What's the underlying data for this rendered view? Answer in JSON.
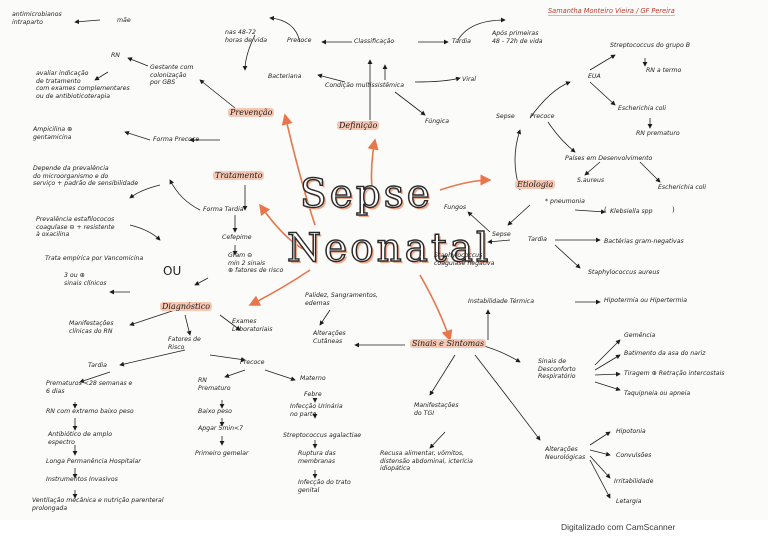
{
  "author": "Samantha Monteiro Vieira / GF Pereira",
  "title": {
    "line1": "Sepse",
    "line2": "Neonatal"
  },
  "scanner": "Digitalizado com CamScanner",
  "definition": {
    "label": "Definição",
    "condition": "Condição multissistêmica",
    "classification": "Classificação",
    "precoce": "Precoce",
    "precoce_time": "nas 48-72\nhoras de vida",
    "tardia": "Tardia",
    "tardia_time": "Após primeiras\n48 - 72h de vida",
    "bacteriana": "Bacteriana",
    "viral": "Viral",
    "fungica": "Fúngica"
  },
  "prevention": {
    "label": "Prevenção",
    "rn": "RN",
    "rn_cond": "Gestante com\ncolonização\npor GBS",
    "rn_note": "avaliar indicação\nde tratamento\ncom exames complementares\nou de antibioticoterapia",
    "top_note": "antimicrobianos\nintraparto",
    "top_mae": "mãe"
  },
  "treatment": {
    "label": "Tratamento",
    "early_form": "Forma Precoce",
    "early_drugs": "Ampicilina ⊕\ngentamicina",
    "late_form": "Forma Tardia",
    "late_dep": "Depende da prevalência\ndo microorganismo e do\nserviço + padrão de sensibilidade",
    "late_options": "Prevalência estafilococos\ncoagulase ⊖ + resistente\nà oxacilina",
    "vanco": "Trata empírica por Vancomicina",
    "cefepime": "Cefepime",
    "ou": "OU",
    "duration": "3 ou ⊕\nsinais clínicos",
    "criteria": "Gram ⊖\nmin 2 sinais\n⊕ fatores de risco"
  },
  "diagnosis": {
    "label": "Diagnóstico",
    "clinical": "Manifestações\nclínicas do RN",
    "risk": "Fatores de\nRisco",
    "lab": "Exames\nLaboratoriais",
    "tardia": "Tardia",
    "precoce": "Precoce",
    "tardia_items": [
      "Prematuros <28 semanas e\n6 dias",
      "RN com extremo baixo peso",
      "Antibiótico de amplo\nespectro",
      "Longa Permanência Hospitalar",
      "Instrumentos Invasivos",
      "Ventilação mecânica e nutrição parenteral\nprolongada"
    ],
    "precoce_items": [
      "RN\nPrematuro",
      "Baixo peso",
      "Apgar 5min<7",
      "Primeiro gemelar"
    ],
    "maternal": [
      "Materno",
      "Febre",
      "Infecção Urinária\nno parto",
      "Streptococcus agalactiae",
      "Ruptura das\nmembranas",
      "Infecção do trato\ngenital"
    ]
  },
  "etiology": {
    "label": "Etiologia",
    "sepse": "Sepse",
    "precoce": "Precoce",
    "tardia": "Tardia",
    "eua": "EUA",
    "strep": "Streptococcus do grupo B",
    "strep_note": "RN a termo",
    "ecoli": "Escherichia coli",
    "ecoli_note": "RN prematuro",
    "dev_countries": "Países em Desenvolvimento",
    "saureus": "S.aureus",
    "ecoli2": "Escherichia coli",
    "pneumonia": "* pneumonia",
    "klebsiella": "Klebsiella spp",
    "gram_neg": "Bactérias gram-negativas",
    "staph_coag": "Staphylococcus\ncoagulase negativa",
    "staph_aureus": "Staphylococcus aureus",
    "fungos": "Fungos"
  },
  "signs": {
    "label": "Sinais e Sintomas",
    "thermal": "Instabilidade Térmica",
    "thermal_out": "Hipotermia ou Hipertermia",
    "pallor": "Palidez, Sangramentos,\nedemas",
    "skin": "Alterações\nCutâneas",
    "resp_title": "Sinais de\nDesconforto\nRespiratório",
    "resp_items": [
      "Gemência",
      "Batimento da asa do nariz",
      "Tiragem ⊕ Retração intercostais",
      "Taquipneia ou apneia"
    ],
    "tgi": "Manifestações\ndo TGI",
    "tgi_items": "Recusa alimentar, vômitos,\ndistensão abdominal, icterícia\nidiopática",
    "neuro_title": "Alterações\nNeurológicas",
    "neuro_items": [
      "Hipotonia",
      "Convulsões",
      "Irritabilidade",
      "Letargia"
    ]
  },
  "colors": {
    "highlight": "#f6c7b2",
    "accent_arrow": "#e8764a",
    "ink": "#1d1d1d"
  }
}
